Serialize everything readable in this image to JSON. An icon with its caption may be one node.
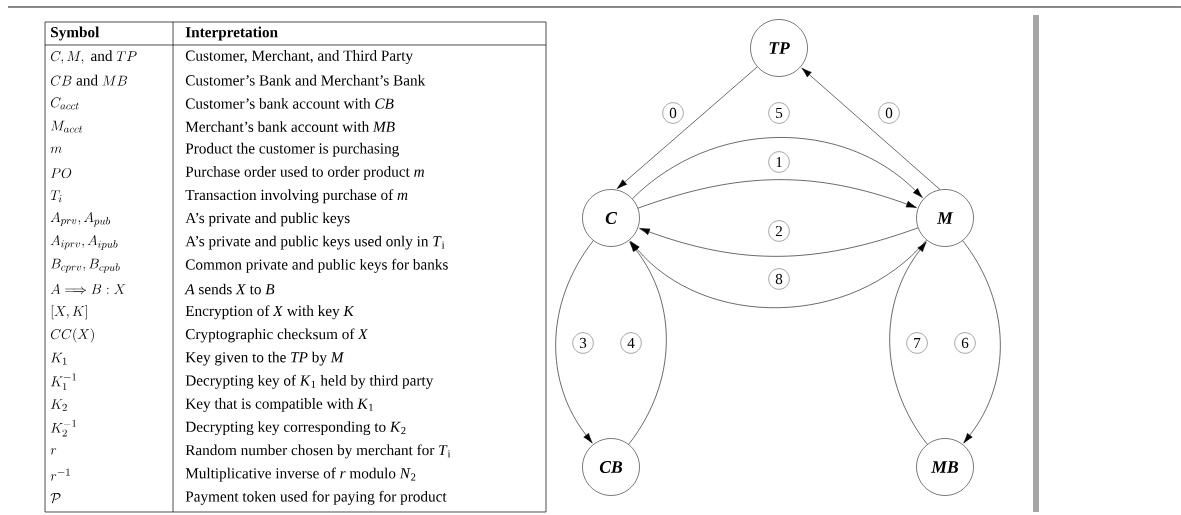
{
  "diagram": {
    "nodes": [
      {
        "text": [
          "TP"
        ]
      },
      {
        "text": [
          "C"
        ]
      },
      {
        "text": [
          "M"
        ]
      },
      {
        "text": [
          "CB"
        ]
      },
      {
        "text": [
          "MB"
        ]
      }
    ],
    "edges": [
      {
        "from": 0,
        "to": 1,
        "arrow": "to",
        "label": "0"
      },
      {
        "from": 2,
        "to": 0,
        "arrow": "to",
        "label": "0"
      },
      {
        "from": 1,
        "to": 2,
        "arrow": "to",
        "label": "5"
      },
      {
        "from": 1,
        "to": 2,
        "arrow": "to",
        "label": "1"
      },
      {
        "from": 2,
        "to": 1,
        "arrow": "to",
        "label": "2"
      },
      {
        "from": 2,
        "to": 1,
        "arrow": "to",
        "label": "8"
      },
      {
        "from": 1,
        "to": 3,
        "arrow": "to",
        "label": "3"
      },
      {
        "from": 3,
        "to": 1,
        "arrow": "to",
        "label": "4"
      },
      {
        "from": 4,
        "to": 2,
        "arrow": "to",
        "label": "7"
      },
      {
        "from": 2,
        "to": 4,
        "arrow": "to",
        "label": "6"
      }
    ],
    "labels": [
      "Symbol",
      "Interpretation",
      "C, M, \\mbox{ and } TP",
      "Customer, Merchant, and Third Party",
      "CB \\mbox{ and } MB",
      "Customer’s Bank and Merchant’s Bank",
      "C_{acct}",
      "Customer’s bank account with *CB*",
      "M_{acct}",
      "Merchant’s bank account with *MB*",
      "m",
      "Product the customer is purchasing",
      "PO",
      "Purchase order used to order product *m*",
      "T_i",
      "Transaction involving purchase of *m*",
      "A_{prv}, A_{pub}",
      "A’s private and public keys",
      "A_{iprv}, A_{ipub}",
      "A’s private and public keys used only in *T*$_{i}$",
      "B_{cprv}, B_{cpub}",
      "Common private and public keys for banks",
      "A \\Longrightarrow B : X",
      "*A* sends *X* to *B*",
      "[X,K]",
      "Encryption of *X* with key *K*",
      "CC(X)",
      "Cryptographic checksum of *X*",
      "K_1",
      "Key given to the *TP* by *M*",
      "K_1^{-1}",
      "Decrypting key of *K*$_{1}$ held by third party",
      "K_2",
      "Key that is compatible with *K*$_{1}$",
      "K_2^{-1}",
      "Decrypting key corresponding to *K*$_{2}$",
      "r",
      "Random number chosen by merchant for *T*$_{i}$",
      "r^{-1}",
      "Multiplicative inverse of *r* modulo *N*$_{2}$",
      "\\mathcal{P}",
      "Payment token used for paying for product"
    ]
  }
}
